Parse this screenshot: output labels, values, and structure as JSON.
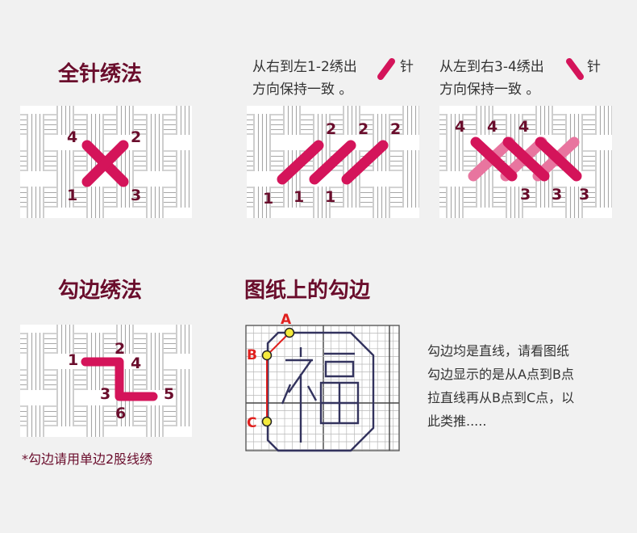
{
  "colors": {
    "background": "#f1f1f1",
    "title": "#6a0d2c",
    "stitch": "#d4145a",
    "stitch_light": "#e8759f",
    "fabric_thread": "#ffffff",
    "fabric_line": "#a7a7a7",
    "outline_red": "#e0201e",
    "point_yellow": "#f4ea3c",
    "fu_navy": "#33335e"
  },
  "full_stitch": {
    "title": "全针绣法",
    "labels": [
      "4",
      "2",
      "1",
      "3"
    ]
  },
  "half_right_to_left": {
    "desc_line1": "从右到左1-2绣出",
    "desc_suffix": "针",
    "desc_line2": "方向保持一致 。",
    "top_labels": [
      "2",
      "2",
      "2"
    ],
    "bottom_labels": [
      "1",
      "1",
      "1"
    ]
  },
  "half_left_to_right": {
    "desc_line1": "从左到右3-4绣出",
    "desc_suffix": "针",
    "desc_line2": "方向保持一致 。",
    "top_labels": [
      "4",
      "4",
      "4"
    ],
    "bottom_labels": [
      "3",
      "3",
      "3"
    ]
  },
  "backstitch": {
    "title": "勾边绣法",
    "labels": [
      "1",
      "2",
      "4",
      "3",
      "5",
      "6"
    ],
    "note": "*勾边请用单边2股线绣"
  },
  "chart_outline": {
    "title": "图纸上的勾边",
    "points": [
      "A",
      "B",
      "C"
    ],
    "note_lines": [
      "勾边均是直线，请看图纸",
      "勾边显示的是从A点到B点",
      "拉直线再从B点到C点，以",
      "此类推....."
    ],
    "icon": "fu-character-octagon"
  }
}
